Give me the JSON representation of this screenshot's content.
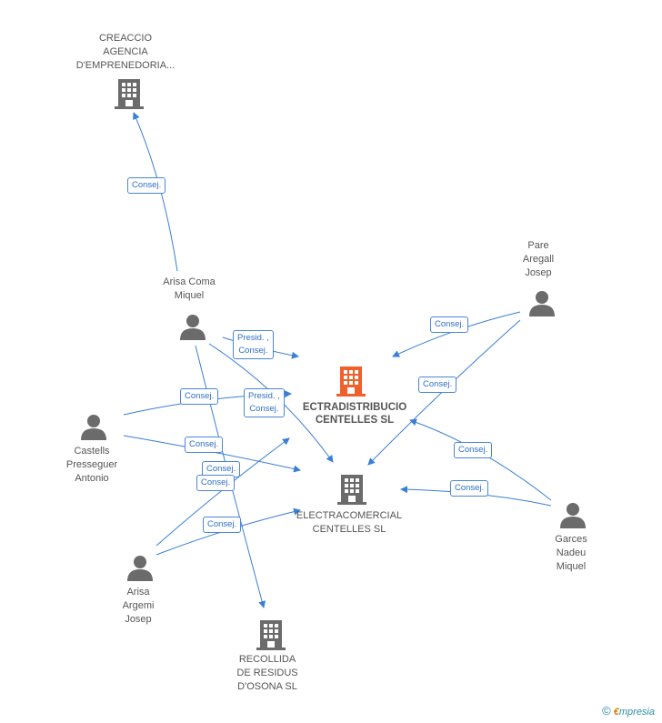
{
  "nodes": {
    "creaccio": {
      "label": "CREACCIO\nAGENCIA\nD'EMPRENEDORIA..."
    },
    "arisa_coma": {
      "label": "Arisa Coma\nMiquel"
    },
    "pare": {
      "label": "Pare\nAregall\nJosep"
    },
    "electradistribucio": {
      "label": "ECTRADISTRIBUCIO\nCENTELLES SL"
    },
    "castells": {
      "label": "Castells\nPresseguer\nAntonio"
    },
    "electracomercial": {
      "label": "ELECTRACOMERCIAL\nCENTELLES SL"
    },
    "garces": {
      "label": "Garces\nNadeu\nMiquel"
    },
    "arisa_argemi": {
      "label": "Arisa\nArgemi\nJosep"
    },
    "recollida": {
      "label": "RECOLLIDA\nDE RESIDUS\nD'OSONA SL"
    }
  },
  "edges": {
    "e1": "Consej.",
    "e2": "Presid. ,\nConsej.",
    "e3": "Consej.",
    "e4": "Presid. ,\nConsej.",
    "e5": "Consej.",
    "e6": "Consej.",
    "e7": "Consej.",
    "e8": "Consej.",
    "e9": "Consej.",
    "e10": "Consej.",
    "e11": "Consej.",
    "e12": "Consej."
  },
  "colors": {
    "edge": "#3a7fd6",
    "icon": "#6b6b6b",
    "highlight": "#f0602a"
  },
  "footer": {
    "copyright": "©",
    "brand_initial": "€",
    "brand_rest": "mpresia"
  }
}
